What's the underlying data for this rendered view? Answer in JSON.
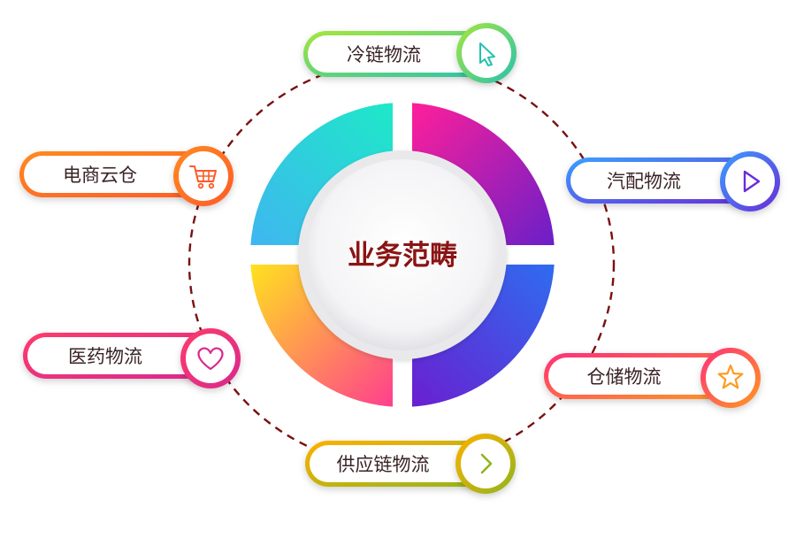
{
  "center": {
    "title": "业务范畴"
  },
  "items": [
    {
      "id": "cold-chain",
      "label": "冷链物流",
      "icon": "cursor-arrow-icon",
      "colors": [
        "#a6e63c",
        "#25c2b0"
      ]
    },
    {
      "id": "auto-parts",
      "label": "汽配物流",
      "icon": "play-triangle-icon",
      "colors": [
        "#3aa0ff",
        "#6a2bd8"
      ]
    },
    {
      "id": "warehouse",
      "label": "仓储物流",
      "icon": "star-icon",
      "colors": [
        "#ff2f7a",
        "#ff9a1f"
      ]
    },
    {
      "id": "supply-chain",
      "label": "供应链物流",
      "icon": "chevron-right-icon",
      "colors": [
        "#ffb000",
        "#8fb51c"
      ]
    },
    {
      "id": "pharma",
      "label": "医药物流",
      "icon": "heart-icon",
      "colors": [
        "#ff3b6b",
        "#d9288f"
      ]
    },
    {
      "id": "ecommerce",
      "label": "电商云仓",
      "icon": "shopping-cart-icon",
      "colors": [
        "#ff8a1f",
        "#ff5a2a"
      ]
    }
  ],
  "segments": [
    {
      "id": "top-right",
      "colors": [
        "#ff1f9a",
        "#6a1fc8"
      ]
    },
    {
      "id": "bottom-right",
      "colors": [
        "#2e6cf0",
        "#6a1fd0"
      ]
    },
    {
      "id": "bottom-left",
      "colors": [
        "#ffe21f",
        "#ff3f8e"
      ]
    },
    {
      "id": "top-left",
      "colors": [
        "#1ee8c8",
        "#3fb6f0"
      ]
    }
  ],
  "colors": {
    "ring": "#7a1010",
    "center_text": "#8b1414"
  }
}
